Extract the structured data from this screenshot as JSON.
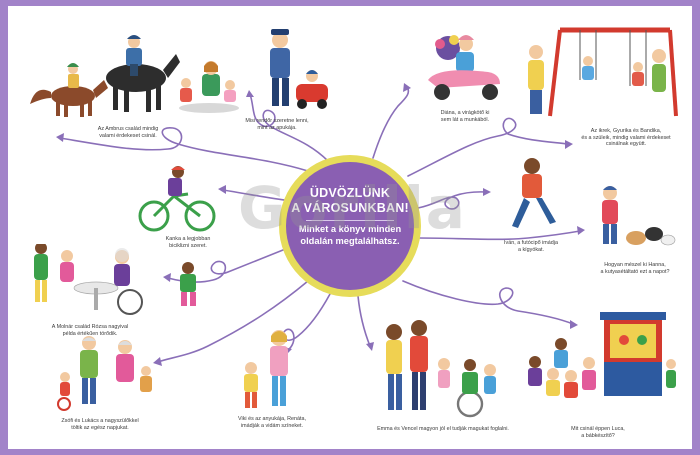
{
  "center": {
    "title_line1": "ÜDVÖZLÜNK",
    "title_line2": "A VÁROSUNKBAN!",
    "subtitle_line1": "Minket a könyv minden",
    "subtitle_line2": "oldalán megtalálhatsz."
  },
  "watermark": "Gorilla",
  "captions": {
    "ambrus": [
      "Az Ambrus család mindig",
      "valami érdekeset csinál."
    ],
    "misi": [
      "Misi rendőr szeretne lenni,",
      "mint az apukája."
    ],
    "diana": [
      "Diána, a virágkötő ki",
      "sem lát a munkából."
    ],
    "ikrek": [
      "Az ikrek, Gyurika és Bandika,",
      "és a szüleik, mindig valami érdekeset",
      "csinálnak együtt."
    ],
    "kanka": [
      "Kanka a legjobban",
      "biciklizni szeret."
    ],
    "ivan": [
      "Iván, a futócipő imádja",
      "a kígyókat."
    ],
    "hanna": [
      "Hogyan mészel ki Hanna,",
      "a kutyasétáltató ezt a napot?"
    ],
    "molnar": [
      "A Molnár család Rózsa nagyival",
      "példa értékűen törődik."
    ],
    "zsofi": [
      "Zsófi és Lukács a nagyszülőkkel",
      "töltik az egész napjukat."
    ],
    "viki": [
      "Viki és az anyukája, Renáta,",
      "imádják a vidám színeket."
    ],
    "emma": [
      "Emma és Vencel magyon jól el tudják magukat foglalni."
    ],
    "mi": [
      "Mit csinál éppen Luca,",
      "a bábkészítő?"
    ]
  },
  "colors": {
    "frame": "#a283c9",
    "ring": "#e6dc5a",
    "disc": "#8a5fb2",
    "arrow": "#8a6fb8"
  }
}
